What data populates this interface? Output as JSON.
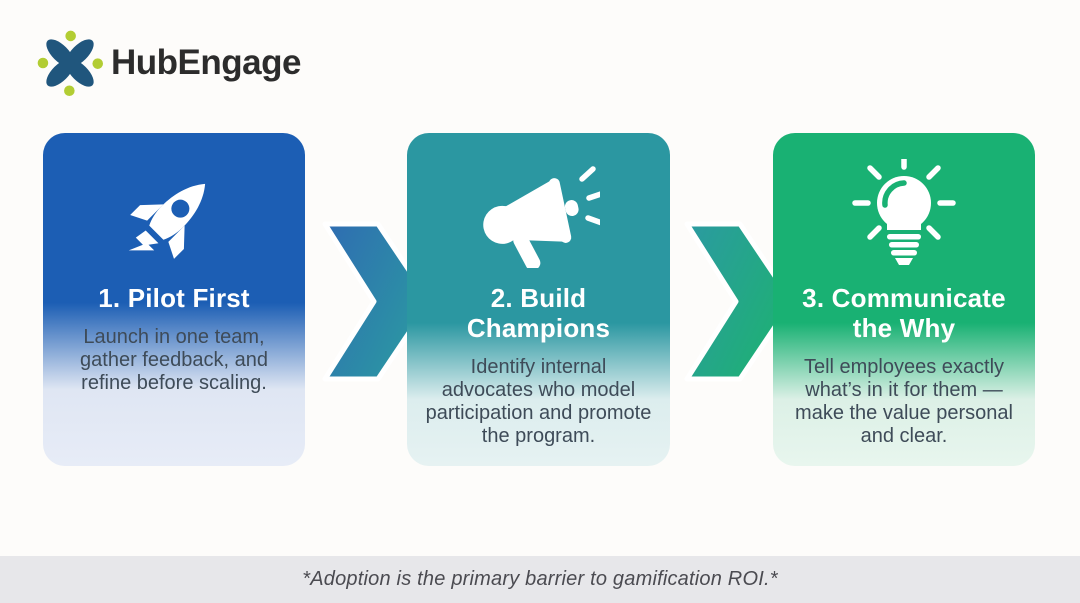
{
  "logo": {
    "text": "HubEngage",
    "icon": "hubengage-star-icon",
    "icon_color": "#20567d",
    "dot_color": "#b2cd33",
    "text_color": "#2c2c2c"
  },
  "steps": [
    {
      "title": "1. Pilot First",
      "description": "Launch in one team, gather feedback, and refine before scaling.",
      "icon": "rocket-icon",
      "accent_color": "#1c5eb4",
      "fade_color": "#e4eaf5"
    },
    {
      "title": "2. Build Champions",
      "description": "Identify internal advocates who model participation and promote the program.",
      "icon": "megaphone-icon",
      "accent_color": "#2b97a1",
      "fade_color": "#ddeeee"
    },
    {
      "title": "3. Communicate the Why",
      "description": "Tell employees exactly what’s in it for them — make the value personal and clear.",
      "icon": "lightbulb-icon",
      "accent_color": "#19b173",
      "fade_color": "#ddf0e6"
    }
  ],
  "arrows": [
    {
      "from_color": "#2f6cb2",
      "to_color": "#2b99a2"
    },
    {
      "from_color": "#2b9aa1",
      "to_color": "#1eb173"
    }
  ],
  "footer": {
    "text": "*Adoption is the primary barrier to gamification ROI.*",
    "background": "#e7e7ea"
  }
}
